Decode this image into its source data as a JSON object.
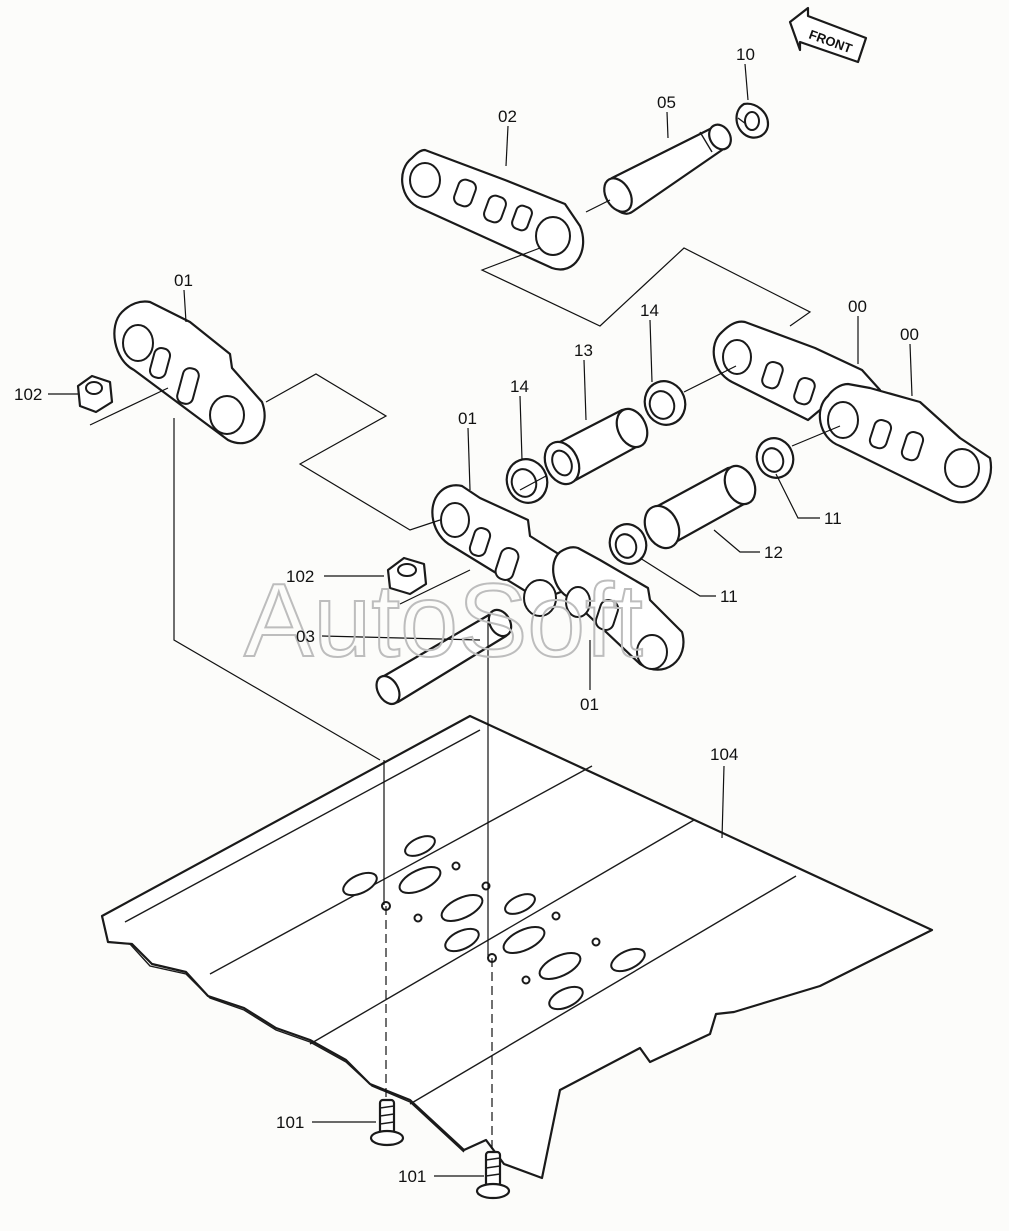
{
  "front_label": "FRONT",
  "watermark": "AutoSoft",
  "labels": {
    "l10": "10",
    "l05": "05",
    "l02": "02",
    "l01a": "01",
    "l102a": "102",
    "l14a": "14",
    "l13": "13",
    "l00a": "00",
    "l00b": "00",
    "l14b": "14",
    "l01b": "01",
    "l11a": "11",
    "l12": "12",
    "l11b": "11",
    "l102b": "102",
    "l03": "03",
    "l01c": "01",
    "l104": "104",
    "l101a": "101",
    "l101b": "101"
  }
}
